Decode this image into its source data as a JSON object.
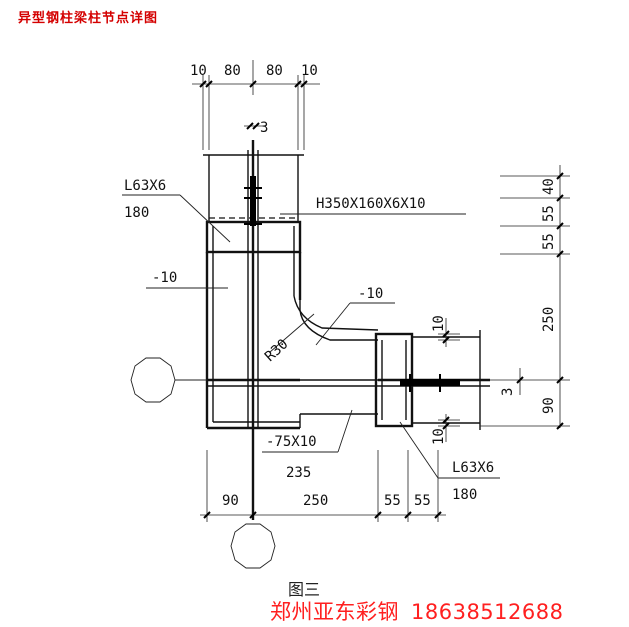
{
  "title": "异型钢柱梁柱节点详图",
  "labels": {
    "angle_top": "L63X6",
    "angle_top_len": "180",
    "beam_section": "H350X160X6X10",
    "plate_left": "-10",
    "plate_elbow": "-10",
    "radius": "R30",
    "flange_plate": "-75X10",
    "flange_plate_len": "235",
    "angle_bottom": "L63X6",
    "angle_bottom_len": "180",
    "weld": "3",
    "weld_right": "3"
  },
  "dims": {
    "top": [
      "10",
      "80",
      "80",
      "10"
    ],
    "right": [
      "40",
      "55",
      "55",
      "250",
      "90"
    ],
    "right_plate_top": "10",
    "right_plate_bottom": "10",
    "bottom": [
      "90",
      "250",
      "55",
      "55"
    ]
  },
  "figure_caption": "图三",
  "watermark": {
    "company": "郑州亚东彩钢",
    "phone": "18638512688"
  }
}
